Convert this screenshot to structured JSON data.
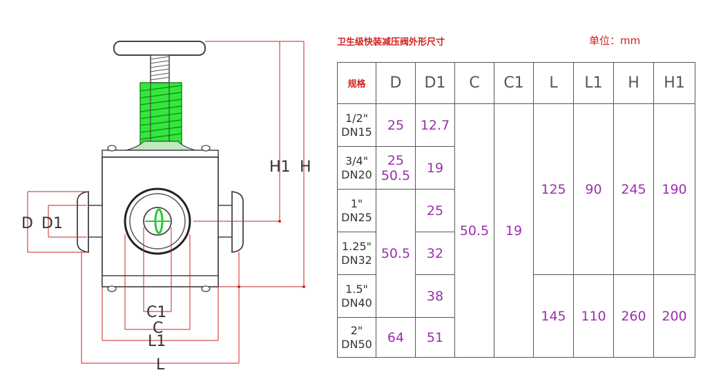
{
  "drawing": {
    "labels": {
      "h1": "H1",
      "h": "H",
      "d": "D",
      "d1": "D1",
      "c1": "C1",
      "c": "C",
      "l1": "L1",
      "l": "L"
    },
    "colors": {
      "handle_green": "#22dd33",
      "dimension_red": "#cc2222",
      "outline": "#444444"
    }
  },
  "table": {
    "title": "卫生级快装减压阀外形尺寸",
    "unit": "单位：mm",
    "headers": [
      "规格",
      "D",
      "D1",
      "C",
      "C1",
      "L",
      "L1",
      "H",
      "H1"
    ],
    "rows": [
      {
        "size": [
          "1/2\"",
          "DN15"
        ]
      },
      {
        "size": [
          "3/4\"",
          "DN20"
        ]
      },
      {
        "size": [
          "1\"",
          "DN25"
        ]
      },
      {
        "size": [
          "1.25\"",
          "DN32"
        ]
      },
      {
        "size": [
          "1.5\"",
          "DN40"
        ]
      },
      {
        "size": [
          "2\"",
          "DN50"
        ]
      }
    ],
    "d_values": {
      "dn15": "25",
      "dn20": [
        "25",
        "50.5"
      ],
      "dn25_dn40": "50.5",
      "dn50": "64"
    },
    "d1_values": [
      "12.7",
      "19",
      "25",
      "32",
      "38",
      "51"
    ],
    "c_value": "50.5",
    "c1_value": "19",
    "group_small": {
      "L": "125",
      "L1": "90",
      "H": "245",
      "H1": "190"
    },
    "group_large": {
      "L": "145",
      "L1": "110",
      "H": "260",
      "H1": "200"
    },
    "colors": {
      "value_purple": "#9b2fae",
      "title_red": "#d21e1e"
    }
  }
}
